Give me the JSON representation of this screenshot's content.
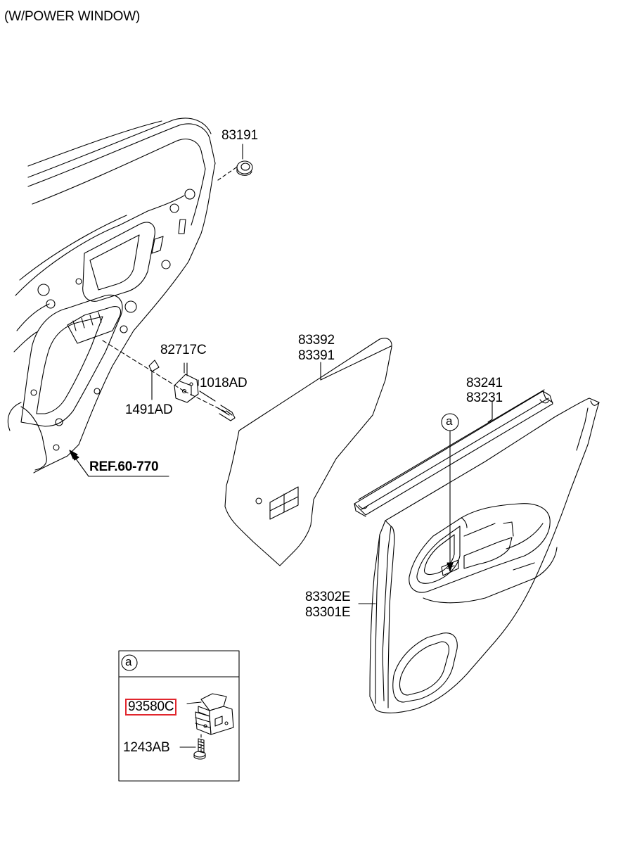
{
  "header": {
    "title": "(W/POWER WINDOW)"
  },
  "parts": {
    "p83191": "83191",
    "p82717c": "82717C",
    "p1018ad": "1018AD",
    "p1491ad": "1491AD",
    "ref": "REF.60-770",
    "p83392": "83392",
    "p83391": "83391",
    "p83241": "83241",
    "p83231": "83231",
    "p83302e": "83302E",
    "p83301e": "83301E",
    "callout": "a"
  },
  "detail": {
    "callout": "a",
    "highlight_part": "93580C",
    "screw_part": "1243AB"
  },
  "colors": {
    "line": "#000000",
    "highlight": "#e1262d"
  }
}
